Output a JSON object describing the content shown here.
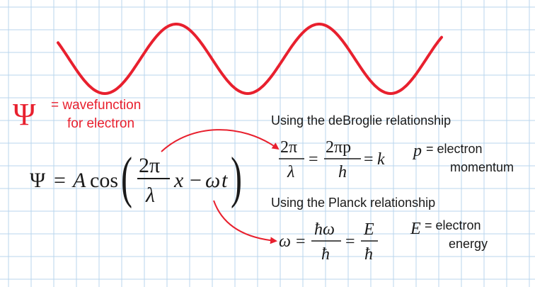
{
  "colors": {
    "grid": "#b9d6ee",
    "accent": "#e8202e",
    "ink": "#1a1a1a"
  },
  "legend": {
    "psi_symbol": "Ψ",
    "line1": "= wavefunction",
    "line2": "for electron"
  },
  "wave_equation": {
    "lhs": "Ψ",
    "equals": "=",
    "amplitude": "A",
    "cos": "cos",
    "frac_num": "2π",
    "frac_den": "λ",
    "x_term": "x",
    "minus": "−",
    "omega": "ω",
    "t": "t",
    "lparen": "(",
    "rparen": ")"
  },
  "debroglie": {
    "heading": "Using the deBroglie relationship",
    "f1_num": "2π",
    "f1_den": "λ",
    "eq1": "=",
    "f2_num": "2πp",
    "f2_den": "h",
    "eq2": "=",
    "k": "k",
    "p_symbol": "p",
    "p_def": "= electron",
    "p_def2": "momentum"
  },
  "planck": {
    "heading": "Using the Planck relationship",
    "omega": "ω",
    "eq1": "=",
    "f1_num": "ħω",
    "f1_den": "ħ",
    "eq2": "=",
    "f2_num": "E",
    "f2_den": "ħ",
    "e_symbol": "E",
    "e_def": "= electron",
    "e_def2": "energy"
  }
}
